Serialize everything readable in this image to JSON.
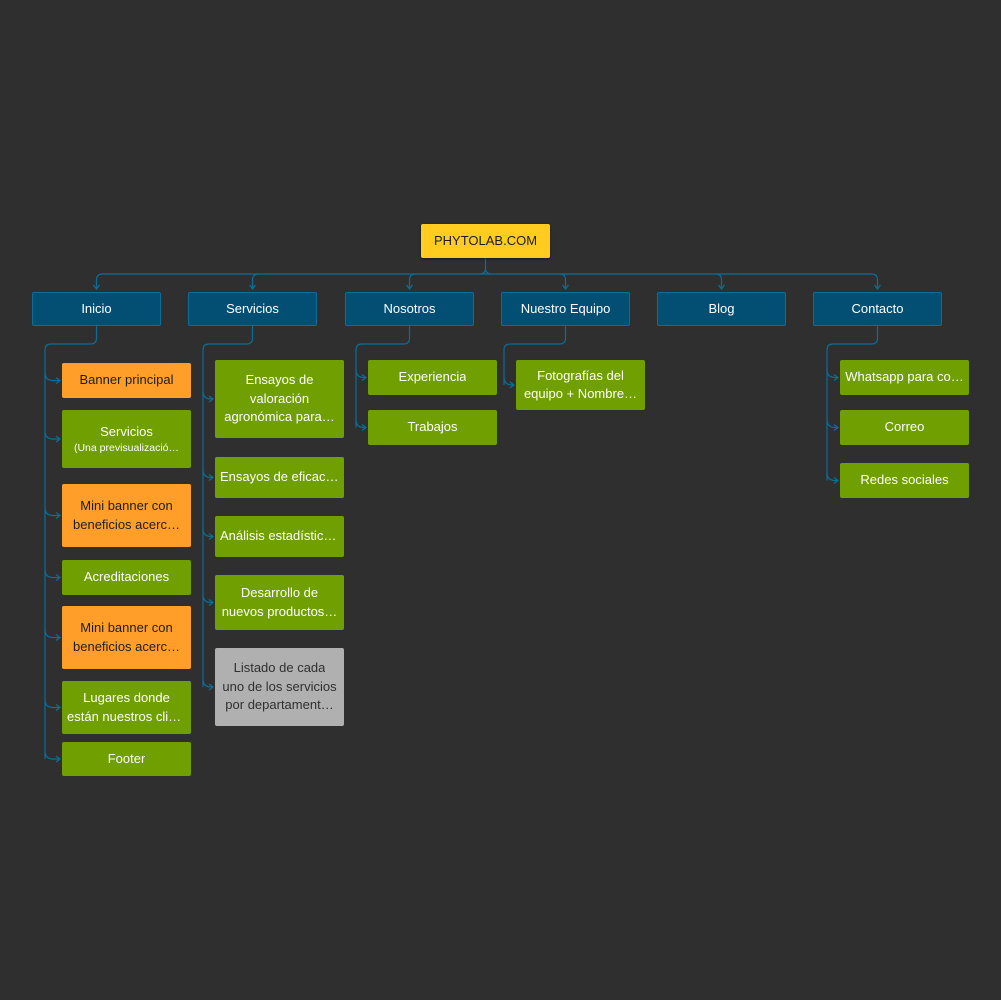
{
  "colors": {
    "background": "#2f2f2f",
    "root": "#ffcc1f",
    "section": "#034f74",
    "page": "#6f9f00",
    "highlight": "#ff9f29",
    "pending": "#b0b0b0",
    "connector": "#0a6e9a"
  },
  "root": {
    "label": "PHYTOLAB.COM"
  },
  "sections": [
    {
      "label": "Inicio",
      "children": [
        {
          "lines": [
            "Banner principal"
          ],
          "kind": "highlight"
        },
        {
          "lines": [
            "Servicios"
          ],
          "note": "(Una previsualizació…",
          "kind": "page"
        },
        {
          "lines": [
            "Mini banner con",
            "beneficios acerc…"
          ],
          "kind": "highlight"
        },
        {
          "lines": [
            "Acreditaciones"
          ],
          "kind": "page"
        },
        {
          "lines": [
            "Mini banner con",
            "beneficios acerc…"
          ],
          "kind": "highlight"
        },
        {
          "lines": [
            "Lugares donde",
            "están nuestros clie…"
          ],
          "kind": "page"
        },
        {
          "lines": [
            "Footer"
          ],
          "kind": "page"
        }
      ]
    },
    {
      "label": "Servicios",
      "children": [
        {
          "lines": [
            "Ensayos de",
            "valoración",
            "agronómica para…"
          ],
          "kind": "page"
        },
        {
          "lines": [
            "Ensayos de eficaci…"
          ],
          "kind": "page"
        },
        {
          "lines": [
            "Análisis estadístico…"
          ],
          "kind": "page"
        },
        {
          "lines": [
            "Desarrollo de",
            "nuevos productos…"
          ],
          "kind": "page"
        },
        {
          "lines": [
            "Listado de cada",
            "uno de los servicios",
            "por departament…"
          ],
          "kind": "pending"
        }
      ]
    },
    {
      "label": "Nosotros",
      "children": [
        {
          "lines": [
            "Experiencia"
          ],
          "kind": "page"
        },
        {
          "lines": [
            "Trabajos"
          ],
          "kind": "page"
        }
      ]
    },
    {
      "label": "Nuestro Equipo",
      "children": [
        {
          "lines": [
            "Fotografías del",
            "equipo + Nombre…"
          ],
          "kind": "page"
        }
      ]
    },
    {
      "label": "Blog",
      "children": []
    },
    {
      "label": "Contacto",
      "children": [
        {
          "lines": [
            "Whatsapp para co…"
          ],
          "kind": "page"
        },
        {
          "lines": [
            "Correo"
          ],
          "kind": "page"
        },
        {
          "lines": [
            "Redes sociales"
          ],
          "kind": "page"
        }
      ]
    }
  ]
}
